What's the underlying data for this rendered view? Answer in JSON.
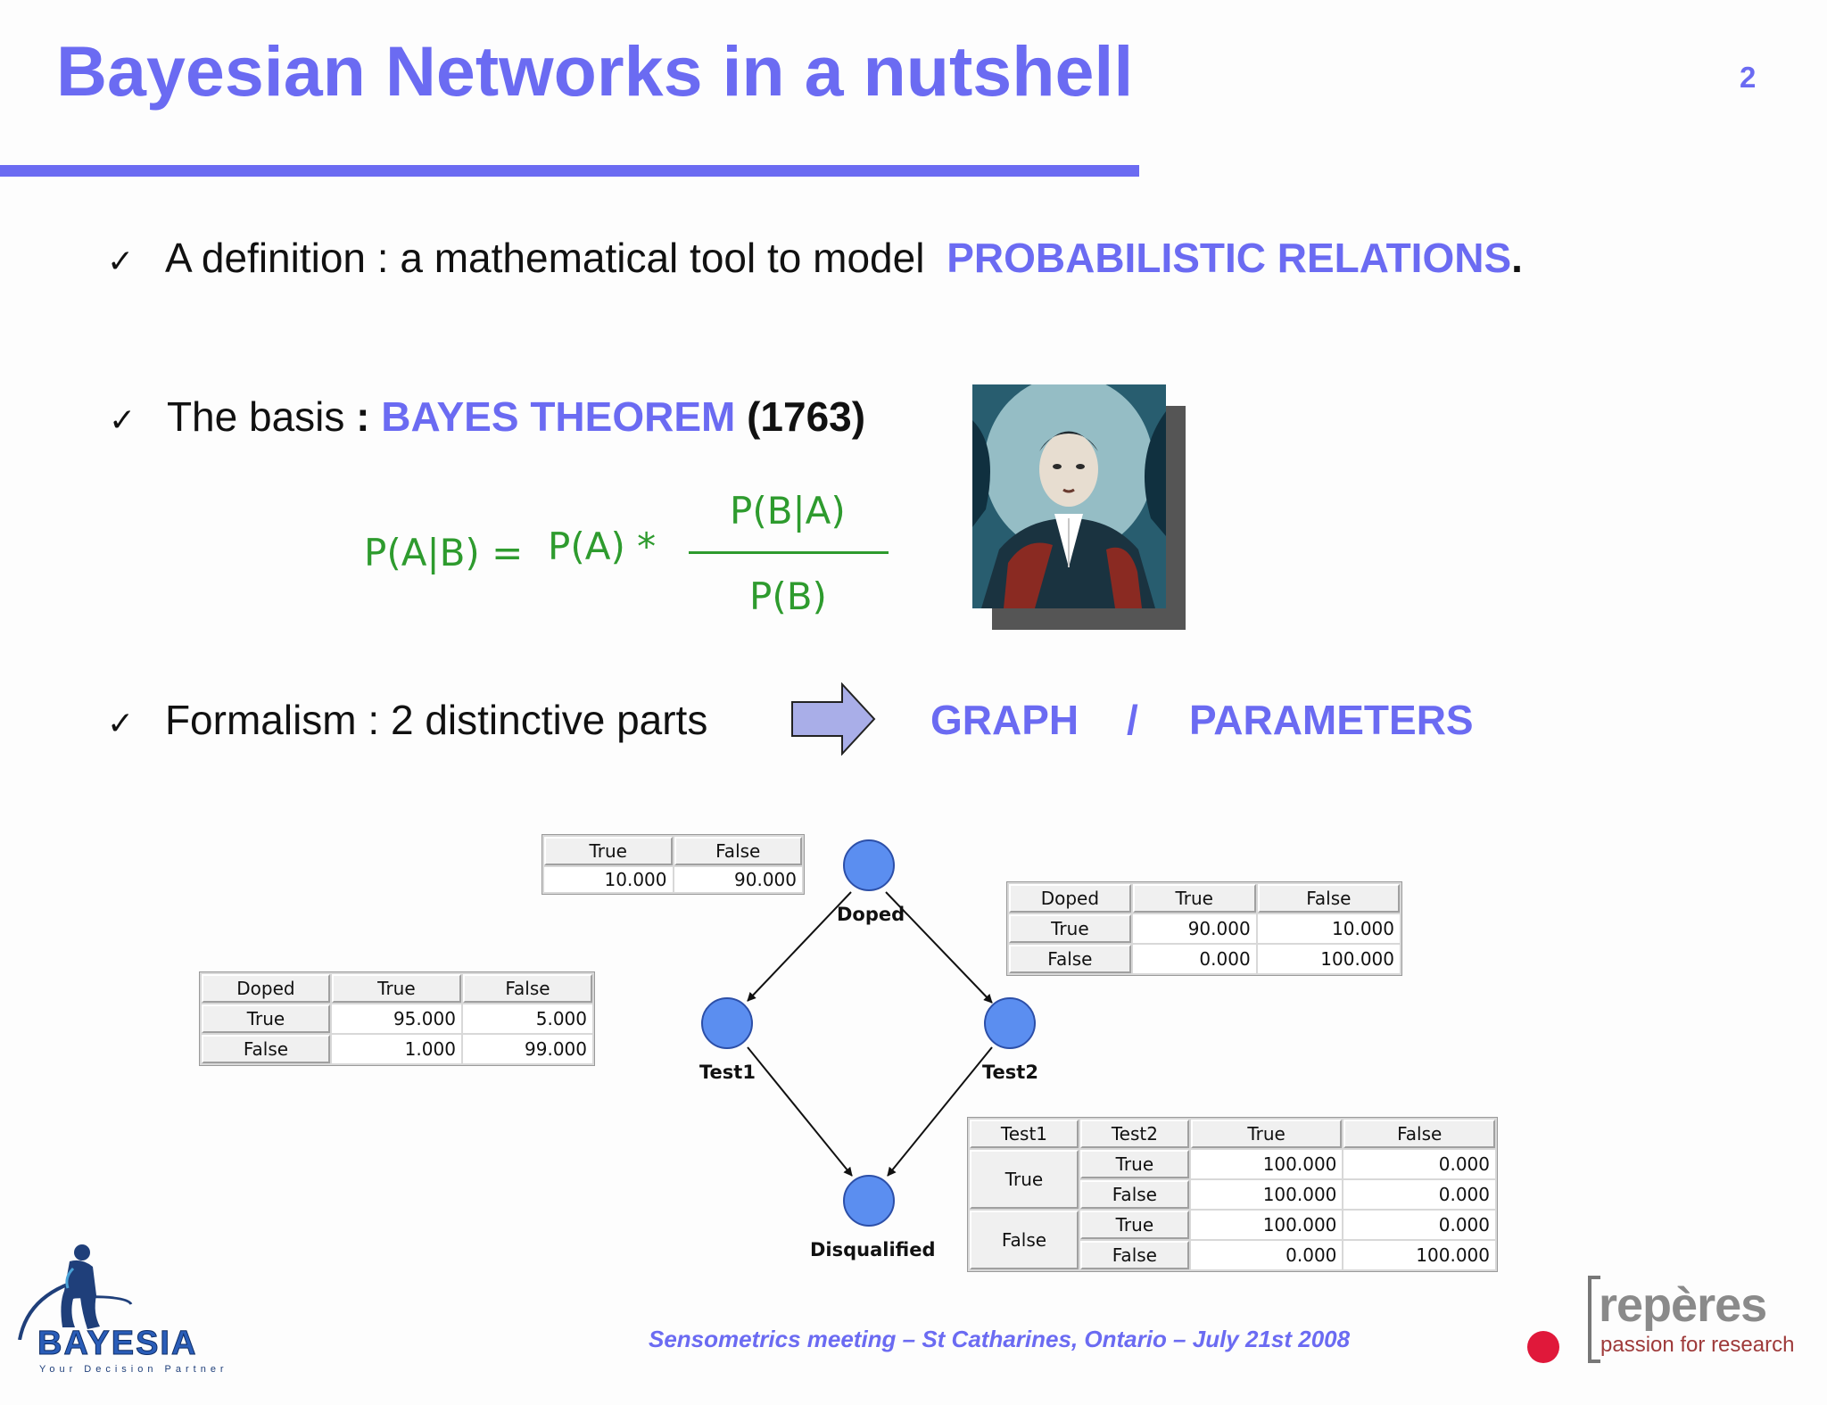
{
  "slide": {
    "title": "Bayesian Networks in a nutshell",
    "page_number": "2",
    "accent_color": "#6b6bf2",
    "formula_color": "#2e9b2e"
  },
  "bullets": {
    "check_glyph": "✓",
    "definition": {
      "text": "A definition : a mathematical tool to model",
      "highlight": "PROBABILISTIC RELATIONS",
      "tail": "."
    },
    "basis": {
      "text": "The basis",
      "colon": ":",
      "highlight": "BAYES THEOREM",
      "year": "(1763)"
    },
    "formalism": {
      "text": "Formalism : 2 distinctive parts",
      "graph": "GRAPH",
      "slash": "/",
      "parameters": "PARAMETERS"
    }
  },
  "formula": {
    "lhs": "P(A|B) =",
    "prior": "P(A) *",
    "numerator": "P(B|A)",
    "denominator": "P(B)"
  },
  "network": {
    "nodes": {
      "doped": "Doped",
      "test1": "Test1",
      "test2": "Test2",
      "disqualified": "Disqualified"
    },
    "node_color": "#5b8ef0"
  },
  "tables": {
    "doped": {
      "headers": [
        "True",
        "False"
      ],
      "values": [
        "10.000",
        "90.000"
      ]
    },
    "test2": {
      "headers": [
        "Doped",
        "True",
        "False"
      ],
      "rows": [
        {
          "label": "True",
          "values": [
            "90.000",
            "10.000"
          ]
        },
        {
          "label": "False",
          "values": [
            "0.000",
            "100.000"
          ]
        }
      ]
    },
    "test1": {
      "headers": [
        "Doped",
        "True",
        "False"
      ],
      "rows": [
        {
          "label": "True",
          "values": [
            "95.000",
            "5.000"
          ]
        },
        {
          "label": "False",
          "values": [
            "1.000",
            "99.000"
          ]
        }
      ]
    },
    "disqualified": {
      "headers": [
        "Test1",
        "Test2",
        "True",
        "False"
      ],
      "groups": [
        {
          "label": "True",
          "rows": [
            {
              "label": "True",
              "values": [
                "100.000",
                "0.000"
              ]
            },
            {
              "label": "False",
              "values": [
                "100.000",
                "0.000"
              ]
            }
          ]
        },
        {
          "label": "False",
          "rows": [
            {
              "label": "True",
              "values": [
                "100.000",
                "0.000"
              ]
            },
            {
              "label": "False",
              "values": [
                "0.000",
                "100.000"
              ]
            }
          ]
        }
      ]
    }
  },
  "footer": {
    "text": "Sensometrics meeting – St Catharines, Ontario – July 21st  2008",
    "logo_left_name": "BAYESIA",
    "logo_left_tagline": "Your Decision Partner",
    "logo_right_name": "repères",
    "logo_right_tagline": "passion for research"
  }
}
